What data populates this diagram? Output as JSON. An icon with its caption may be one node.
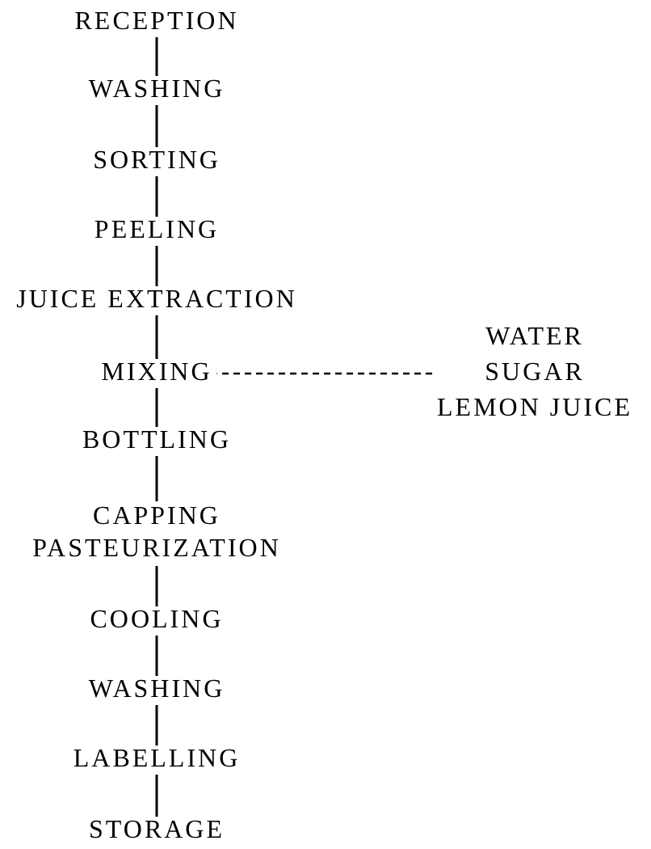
{
  "diagram": {
    "nodes": [
      {
        "text": [
          "RECEPTION"
        ]
      },
      {
        "text": [
          "WASHING"
        ]
      },
      {
        "text": [
          "SORTING"
        ]
      },
      {
        "text": [
          "PEELING"
        ]
      },
      {
        "text": [
          "JUICE EXTRACTION"
        ]
      },
      {
        "text": [
          "MIXING"
        ]
      },
      {
        "text": [
          "BOTTLING"
        ]
      },
      {
        "text": [
          "CAPPING",
          "PASTEURIZATION"
        ]
      },
      {
        "text": [
          "COOLING"
        ]
      },
      {
        "text": [
          "WASHING"
        ]
      },
      {
        "text": [
          "LABELLING"
        ]
      },
      {
        "text": [
          "STORAGE"
        ]
      },
      {
        "text": [
          "WATER",
          "SUGAR",
          "LEMON JUICE"
        ]
      }
    ],
    "edges": [
      {
        "from": 0,
        "to": 1,
        "arrow": "none"
      },
      {
        "from": 1,
        "to": 2,
        "arrow": "none"
      },
      {
        "from": 2,
        "to": 3,
        "arrow": "none"
      },
      {
        "from": 3,
        "to": 4,
        "arrow": "none"
      },
      {
        "from": 4,
        "to": 5,
        "arrow": "none"
      },
      {
        "from": 5,
        "to": 6,
        "arrow": "none"
      },
      {
        "from": 6,
        "to": 7,
        "arrow": "none"
      },
      {
        "from": 7,
        "to": 8,
        "arrow": "none"
      },
      {
        "from": 8,
        "to": 9,
        "arrow": "none"
      },
      {
        "from": 9,
        "to": 10,
        "arrow": "none"
      },
      {
        "from": 10,
        "to": 11,
        "arrow": "none"
      },
      {
        "from": 12,
        "to": 5,
        "arrow": "none",
        "style": "dashed"
      }
    ]
  }
}
